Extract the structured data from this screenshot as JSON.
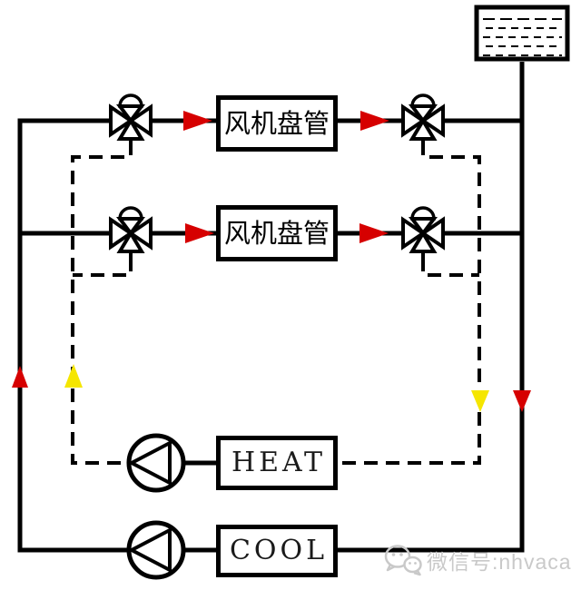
{
  "labels": {
    "fan_coil_1": "风机盘管",
    "fan_coil_2": "风机盘管",
    "heat": "HEAT",
    "cool": "COOL"
  },
  "watermark": {
    "text": "微信号:nhvaca"
  },
  "colors": {
    "background": "#ffffff",
    "pipe": "#000000",
    "supply_arrow_red": "#d60000",
    "return_arrow_yellow": "#f5e600",
    "watermark_gray": "#c9c9c9"
  },
  "icons": {
    "expansion_tank": "rectangle with dashed water hatching, top right",
    "three_way_valve": "four outlined triangles meeting at center with dome actuator on top, 4 instances",
    "pump": "circle with inscribed triangle, 2 instances",
    "supply_flow_arrow": "solid red triangle, 6 instances",
    "return_flow_arrow": "solid yellow triangle, 2 instances",
    "wechat": "two outlined chat-bubble faces, gray"
  }
}
